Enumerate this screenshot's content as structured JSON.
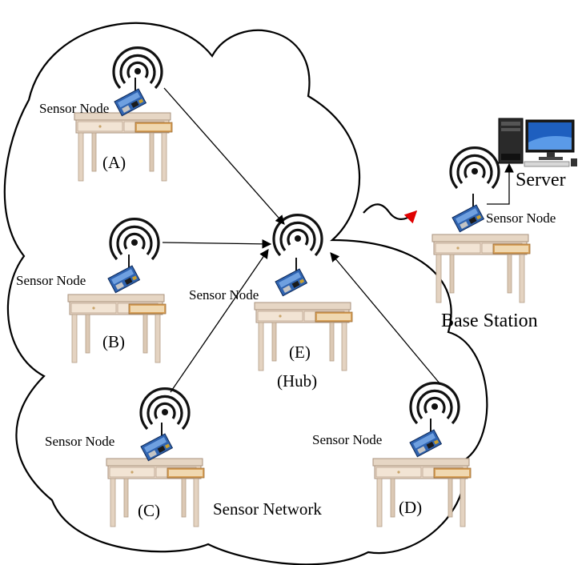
{
  "labels": {
    "sensor_node": "Sensor Node",
    "node_a": "(A)",
    "node_b": "(B)",
    "node_c": "(C)",
    "node_d": "(D)",
    "node_e": "(E)",
    "hub": "(Hub)",
    "sensor_network": "Sensor Network",
    "base_station": "Base Station",
    "server": "Server"
  }
}
